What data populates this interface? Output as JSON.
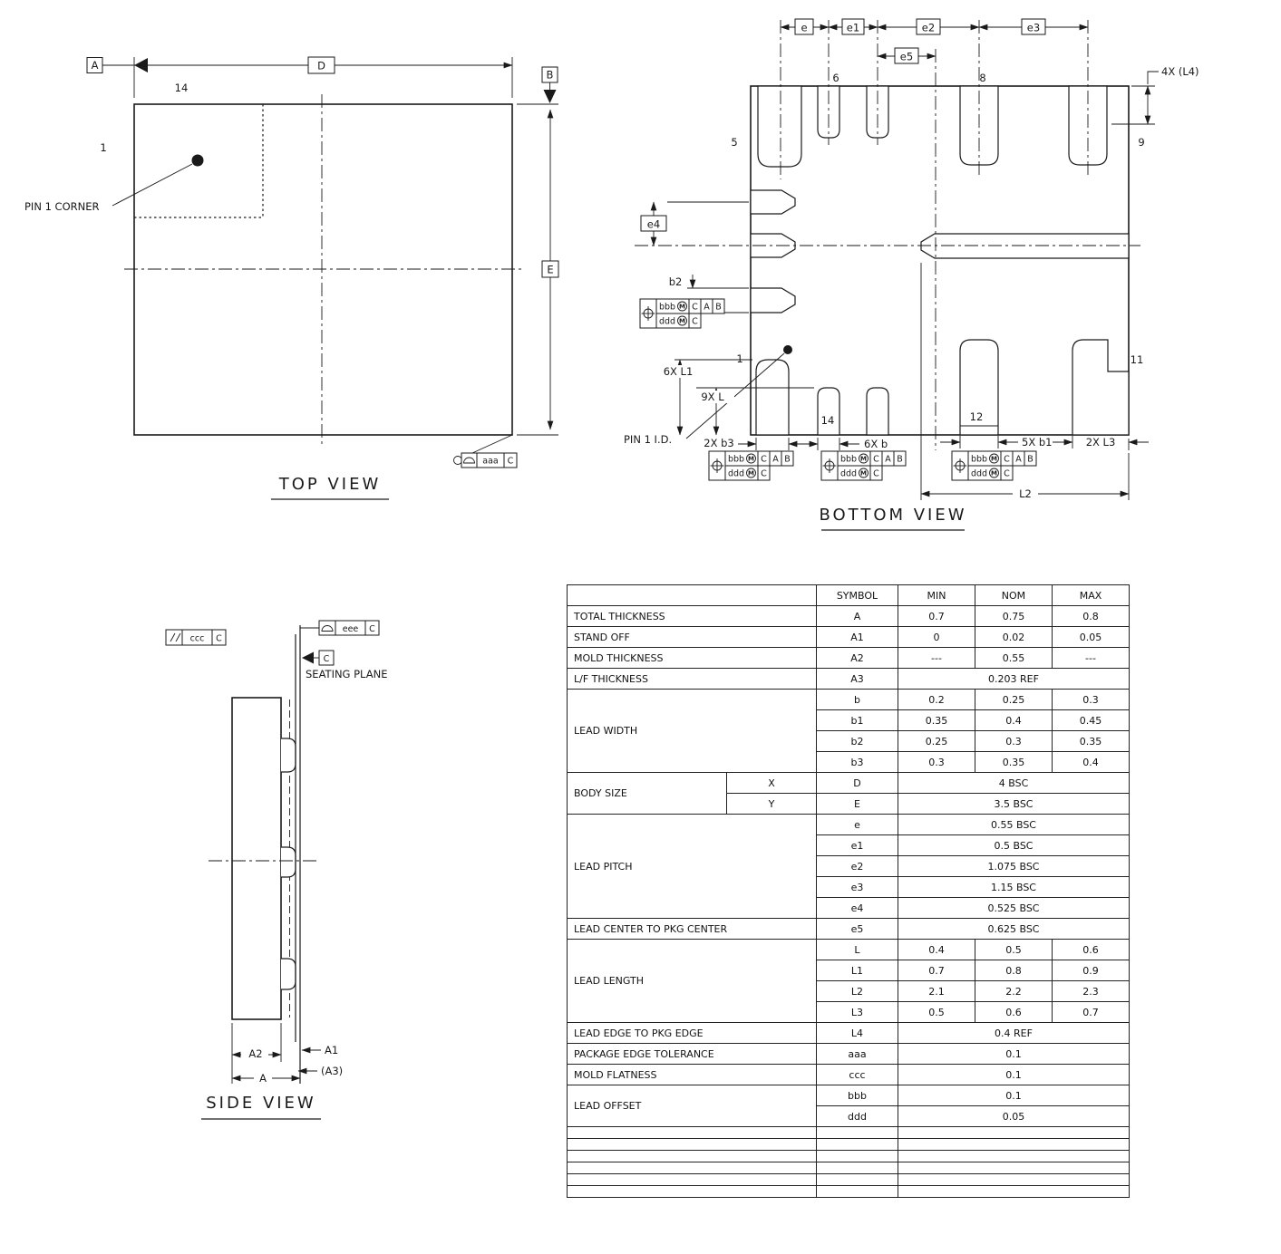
{
  "page": {
    "background": "#ffffff",
    "ink": "#1a1a1a"
  },
  "top_view": {
    "title": "TOP VIEW",
    "pin14": "14",
    "pin1": "1",
    "pin1_corner": "PIN 1 CORNER",
    "datum_a": "A",
    "datum_b": "B",
    "dim_d": "D",
    "dim_e": "E",
    "fcf_profile_tol": "aaa",
    "fcf_profile_datum": "C"
  },
  "bottom_view": {
    "title": "BOTTOM VIEW",
    "pitch_e": "e",
    "pitch_e1": "e1",
    "pitch_e2": "e2",
    "pitch_e3": "e3",
    "pitch_e4": "e4",
    "pitch_e5": "e5",
    "dim_4x_l4": "4X (L4)",
    "dim_b2": "b2",
    "dim_6x_l1": "6X L1",
    "dim_9x_l": "9X L",
    "dim_2x_b3": "2X b3",
    "dim_6x_b": "6X b",
    "dim_5x_b1": "5X b1",
    "dim_2x_l3": "2X L3",
    "dim_l2": "L2",
    "pin1_id": "PIN 1 I.D.",
    "pin1": "1",
    "pin5": "5",
    "pin6": "6",
    "pin8": "8",
    "pin9": "9",
    "pin11": "11",
    "pin12": "12",
    "pin14": "14",
    "fcf": {
      "pos_tol": "bbb",
      "pos_tol2": "ddd",
      "modifier": "M",
      "datum1": "C",
      "datum2": "A",
      "datum3": "B"
    }
  },
  "side_view": {
    "title": "SIDE VIEW",
    "fcf_parallel_tol": "ccc",
    "fcf_parallel_datum": "C",
    "fcf_profile_tol": "eee",
    "fcf_profile_datum": "C",
    "datum_c": "C",
    "seating_plane": "SEATING PLANE",
    "dim_a2": "A2",
    "dim_a1": "A1",
    "dim_a3": "(A3)",
    "dim_a": "A"
  },
  "table": {
    "headers": {
      "symbol": "SYMBOL",
      "min": "MIN",
      "nom": "NOM",
      "max": "MAX"
    },
    "rows": {
      "A": {
        "label": "TOTAL THICKNESS",
        "symbol": "A",
        "min": "0.7",
        "nom": "0.75",
        "max": "0.8"
      },
      "A1": {
        "label": "STAND OFF",
        "symbol": "A1",
        "min": "0",
        "nom": "0.02",
        "max": "0.05"
      },
      "A2": {
        "label": "MOLD THICKNESS",
        "symbol": "A2",
        "min": "---",
        "nom": "0.55",
        "max": "---"
      },
      "A3": {
        "label": "L/F THICKNESS",
        "symbol": "A3",
        "value": "0.203 REF"
      },
      "b": {
        "label": "LEAD WIDTH",
        "symbol": "b",
        "min": "0.2",
        "nom": "0.25",
        "max": "0.3"
      },
      "b1": {
        "symbol": "b1",
        "min": "0.35",
        "nom": "0.4",
        "max": "0.45"
      },
      "b2": {
        "symbol": "b2",
        "min": "0.25",
        "nom": "0.3",
        "max": "0.35"
      },
      "b3": {
        "symbol": "b3",
        "min": "0.3",
        "nom": "0.35",
        "max": "0.4"
      },
      "D": {
        "label": "BODY SIZE",
        "axis": "X",
        "symbol": "D",
        "value": "4 BSC"
      },
      "E": {
        "axis": "Y",
        "symbol": "E",
        "value": "3.5 BSC"
      },
      "e": {
        "label": "LEAD PITCH",
        "symbol": "e",
        "value": "0.55 BSC"
      },
      "e1": {
        "symbol": "e1",
        "value": "0.5 BSC"
      },
      "e2": {
        "symbol": "e2",
        "value": "1.075 BSC"
      },
      "e3": {
        "symbol": "e3",
        "value": "1.15 BSC"
      },
      "e4": {
        "symbol": "e4",
        "value": "0.525 BSC"
      },
      "e5": {
        "label": "LEAD CENTER TO PKG CENTER",
        "symbol": "e5",
        "value": "0.625 BSC"
      },
      "L": {
        "label": "LEAD LENGTH",
        "symbol": "L",
        "min": "0.4",
        "nom": "0.5",
        "max": "0.6"
      },
      "L1": {
        "symbol": "L1",
        "min": "0.7",
        "nom": "0.8",
        "max": "0.9"
      },
      "L2": {
        "symbol": "L2",
        "min": "2.1",
        "nom": "2.2",
        "max": "2.3"
      },
      "L3": {
        "symbol": "L3",
        "min": "0.5",
        "nom": "0.6",
        "max": "0.7"
      },
      "L4": {
        "label": "LEAD EDGE TO PKG EDGE",
        "symbol": "L4",
        "value": "0.4 REF"
      },
      "aaa": {
        "label": "PACKAGE EDGE TOLERANCE",
        "symbol": "aaa",
        "value": "0.1"
      },
      "ccc": {
        "label": "MOLD FLATNESS",
        "symbol": "ccc",
        "value": "0.1"
      },
      "bbb": {
        "label": "LEAD OFFSET",
        "symbol": "bbb",
        "value": "0.1"
      },
      "ddd": {
        "symbol": "ddd",
        "value": "0.05"
      }
    }
  }
}
